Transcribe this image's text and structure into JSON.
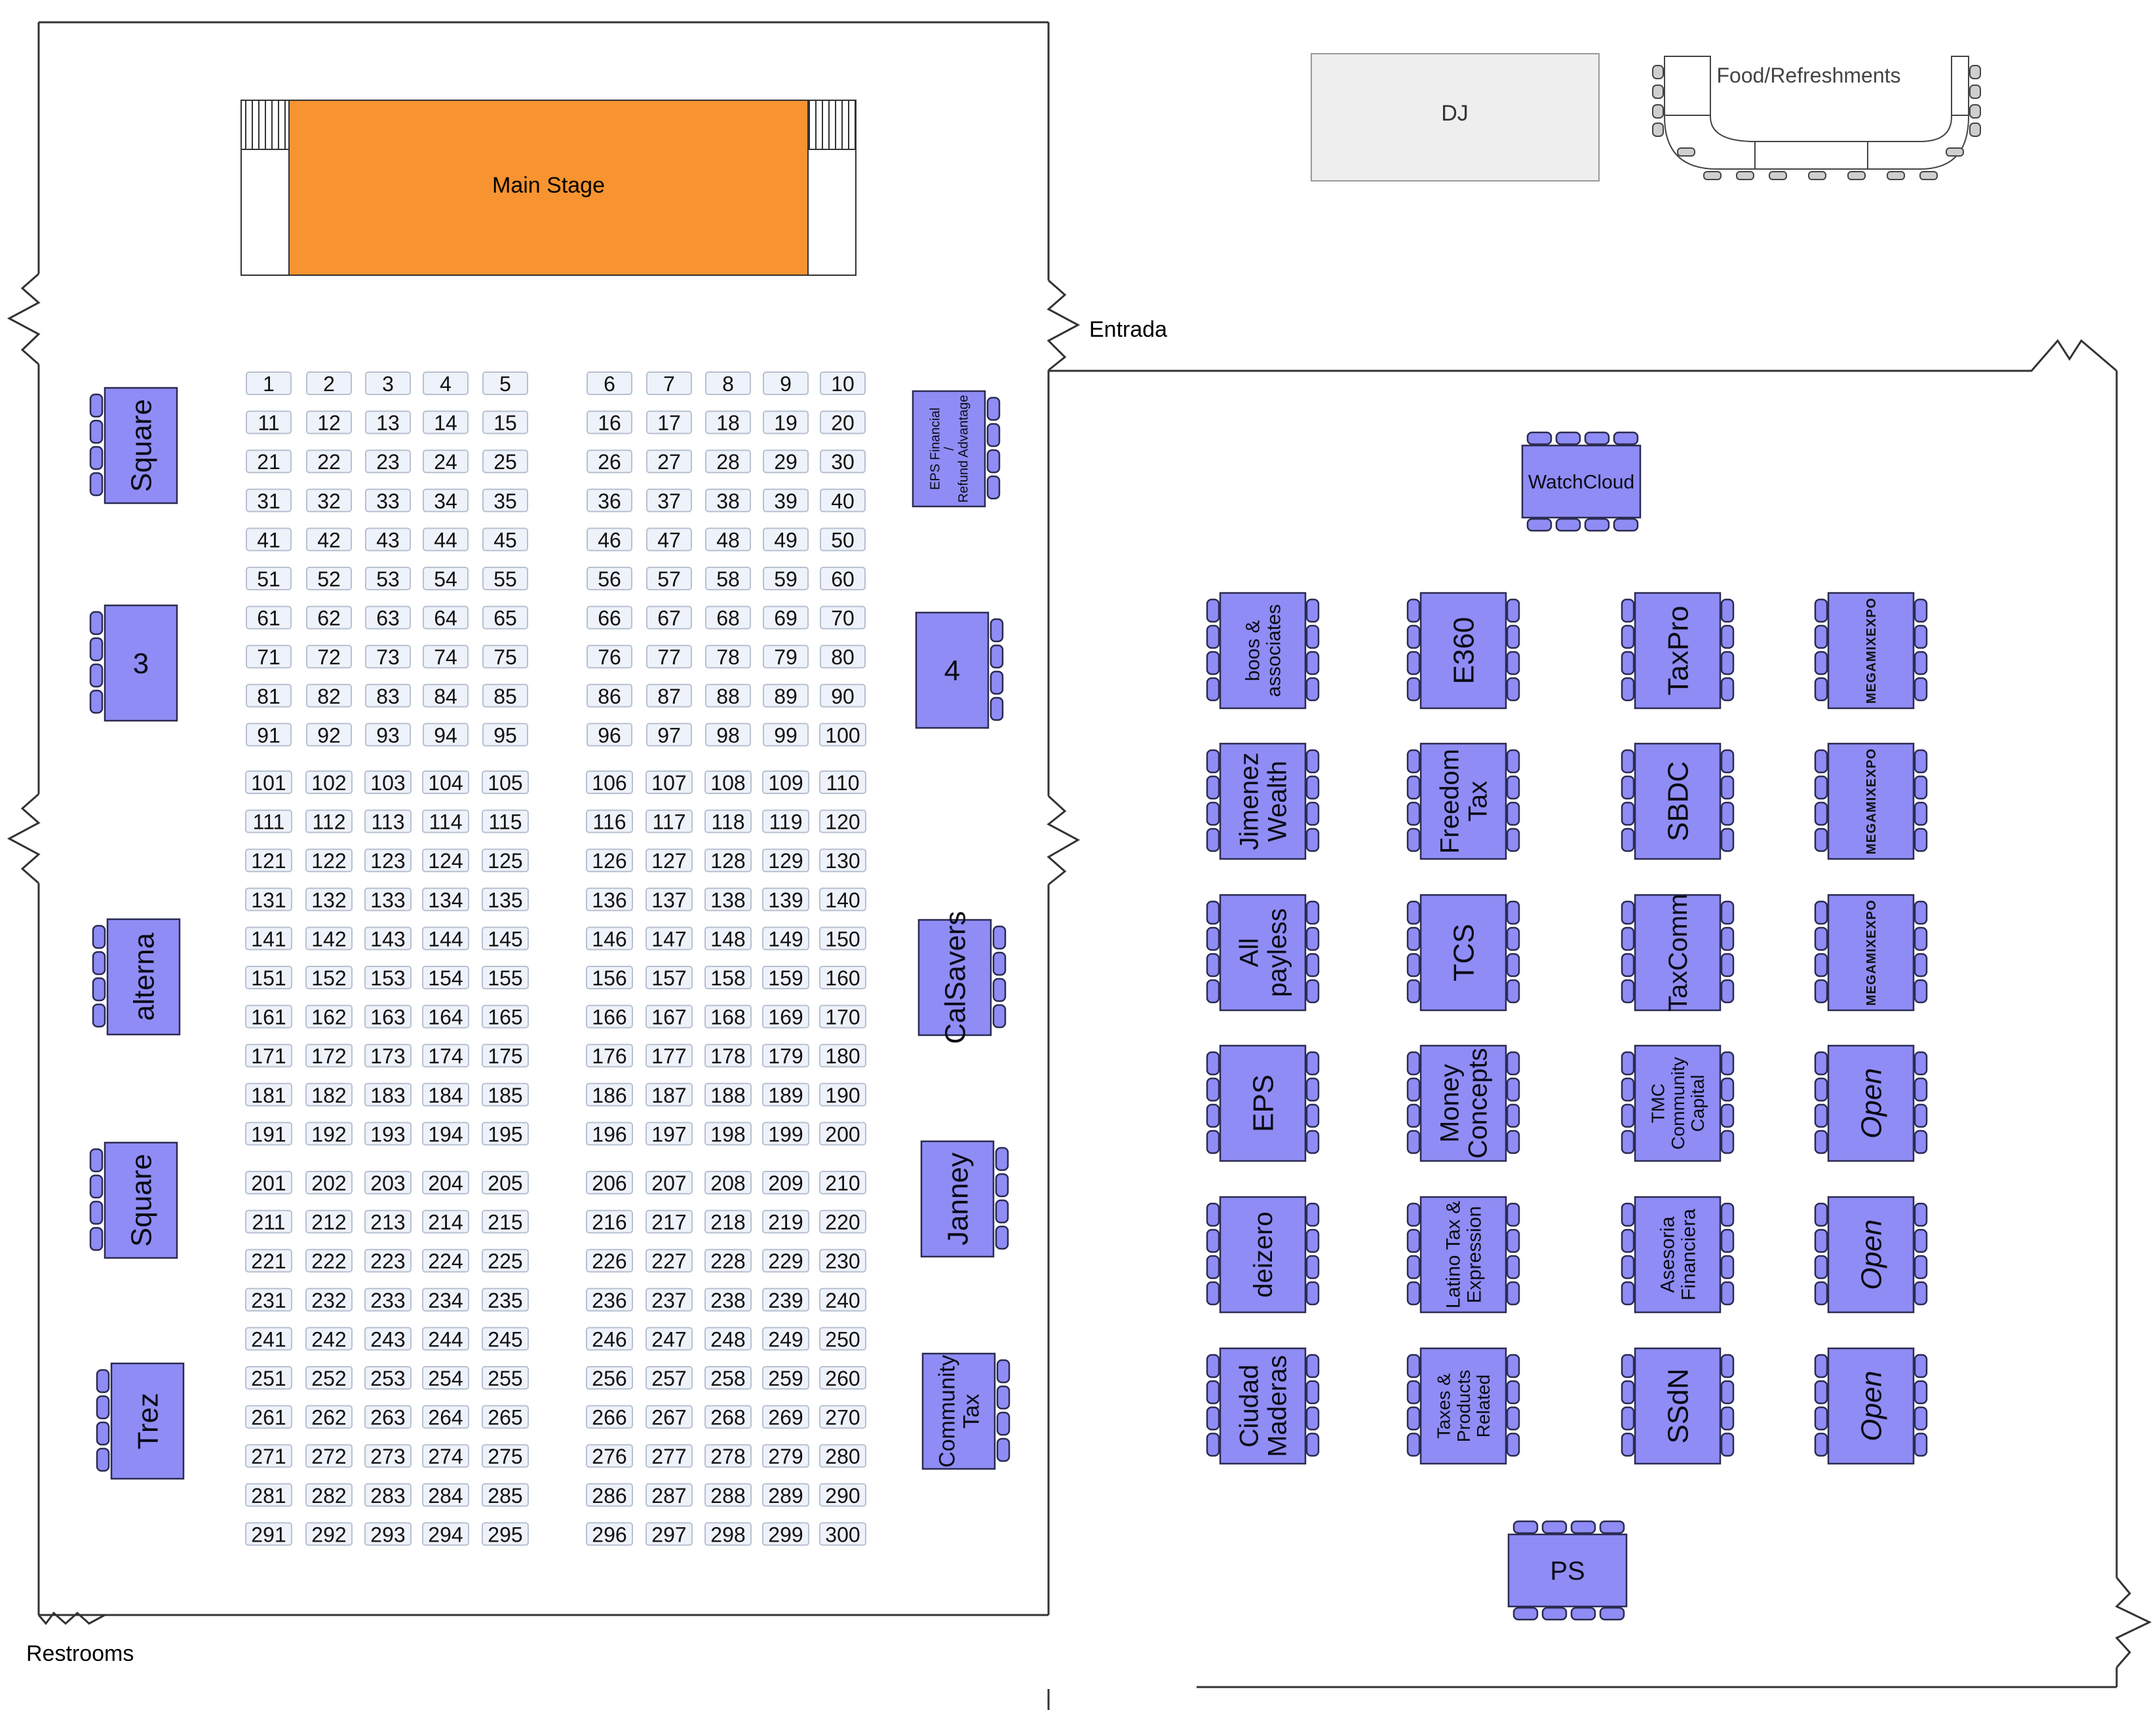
{
  "areas": {
    "main_stage": "Main Stage",
    "dj": "DJ",
    "food": "Food/Refreshments",
    "entrance": "Entrada",
    "restrooms": "Restrooms"
  },
  "seating": {
    "first": 1,
    "last": 300
  },
  "left_booths": [
    {
      "label": "Square",
      "lines": [
        "Square"
      ],
      "chairs_side": "left"
    },
    {
      "label": "3",
      "lines": [
        "3"
      ],
      "chairs_side": "left",
      "horizontal": true
    },
    {
      "label": "alterna",
      "lines": [
        "alterna"
      ],
      "chairs_side": "left"
    },
    {
      "label": "Square",
      "lines": [
        "Square"
      ],
      "chairs_side": "left"
    },
    {
      "label": "Trez",
      "lines": [
        "Trez"
      ],
      "chairs_side": "left"
    },
    {
      "label": "EPS Financial / Refund Advantage",
      "lines": [
        "EPS Financial",
        "/",
        "Refund Advantage"
      ],
      "chairs_side": "right"
    },
    {
      "label": "4",
      "lines": [
        "4"
      ],
      "chairs_side": "right",
      "horizontal": true
    },
    {
      "label": "CalSavers",
      "lines": [
        "CalSavers"
      ],
      "chairs_side": "right"
    },
    {
      "label": "Janney",
      "lines": [
        "Janney"
      ],
      "chairs_side": "right"
    },
    {
      "label": "Community Tax",
      "lines": [
        "Community",
        "Tax"
      ],
      "chairs_side": "right"
    }
  ],
  "expo_booths": [
    {
      "label": "WatchCloud",
      "lines": [
        "WatchCloud"
      ]
    },
    {
      "label": "boos & associates",
      "lines": [
        "boos &",
        "associates"
      ]
    },
    {
      "label": "E360",
      "lines": [
        "E360"
      ]
    },
    {
      "label": "TaxPro",
      "lines": [
        "TaxPro"
      ]
    },
    {
      "label": "MEGAMIXEXPO",
      "lines": [
        "MEGAMIXEXPO"
      ],
      "logo": true
    },
    {
      "label": "Jimenez Wealth",
      "lines": [
        "Jimenez",
        "Wealth"
      ]
    },
    {
      "label": "Freedom Tax",
      "lines": [
        "Freedom",
        "Tax"
      ]
    },
    {
      "label": "SBDC",
      "lines": [
        "SBDC"
      ]
    },
    {
      "label": "MEGAMIXEXPO",
      "lines": [
        "MEGAMIXEXPO"
      ],
      "logo": true
    },
    {
      "label": "All payless",
      "lines": [
        "All",
        "payless"
      ]
    },
    {
      "label": "TCS",
      "lines": [
        "TCS"
      ]
    },
    {
      "label": "TaxComm",
      "lines": [
        "TaxComm"
      ]
    },
    {
      "label": "MEGAMIXEXPO",
      "lines": [
        "MEGAMIXEXPO"
      ],
      "logo": true
    },
    {
      "label": "EPS",
      "lines": [
        "EPS"
      ]
    },
    {
      "label": "Money Concepts",
      "lines": [
        "Money",
        "Concepts"
      ]
    },
    {
      "label": "TMC Community Capital",
      "lines": [
        "TMC",
        "Community",
        "Capital"
      ]
    },
    {
      "label": "Open",
      "lines": [
        "Open"
      ],
      "italic": true
    },
    {
      "label": "deizero",
      "lines": [
        "deizero"
      ]
    },
    {
      "label": "Latino Tax & Expression",
      "lines": [
        "Latino Tax &",
        "Expression"
      ]
    },
    {
      "label": "Asesoria Financiera",
      "lines": [
        "Asesoria",
        "Financiera"
      ]
    },
    {
      "label": "Open",
      "lines": [
        "Open"
      ],
      "italic": true
    },
    {
      "label": "Ciudad Maderas",
      "lines": [
        "Ciudad",
        "Maderas"
      ]
    },
    {
      "label": "Taxes & Products Related",
      "lines": [
        "Taxes &",
        "Products",
        "Related"
      ]
    },
    {
      "label": "SSdN",
      "lines": [
        "SSdN"
      ]
    },
    {
      "label": "Open",
      "lines": [
        "Open"
      ],
      "italic": true
    },
    {
      "label": "PS",
      "lines": [
        "PS"
      ]
    }
  ],
  "colors": {
    "booth": "#8f8cf5",
    "booth_stroke": "#2b2b50",
    "stage": "#f79431",
    "seat": "#eef2fa",
    "seat_stroke": "#b8c0d0",
    "wall": "#333333",
    "dj": "#eeeeee"
  }
}
